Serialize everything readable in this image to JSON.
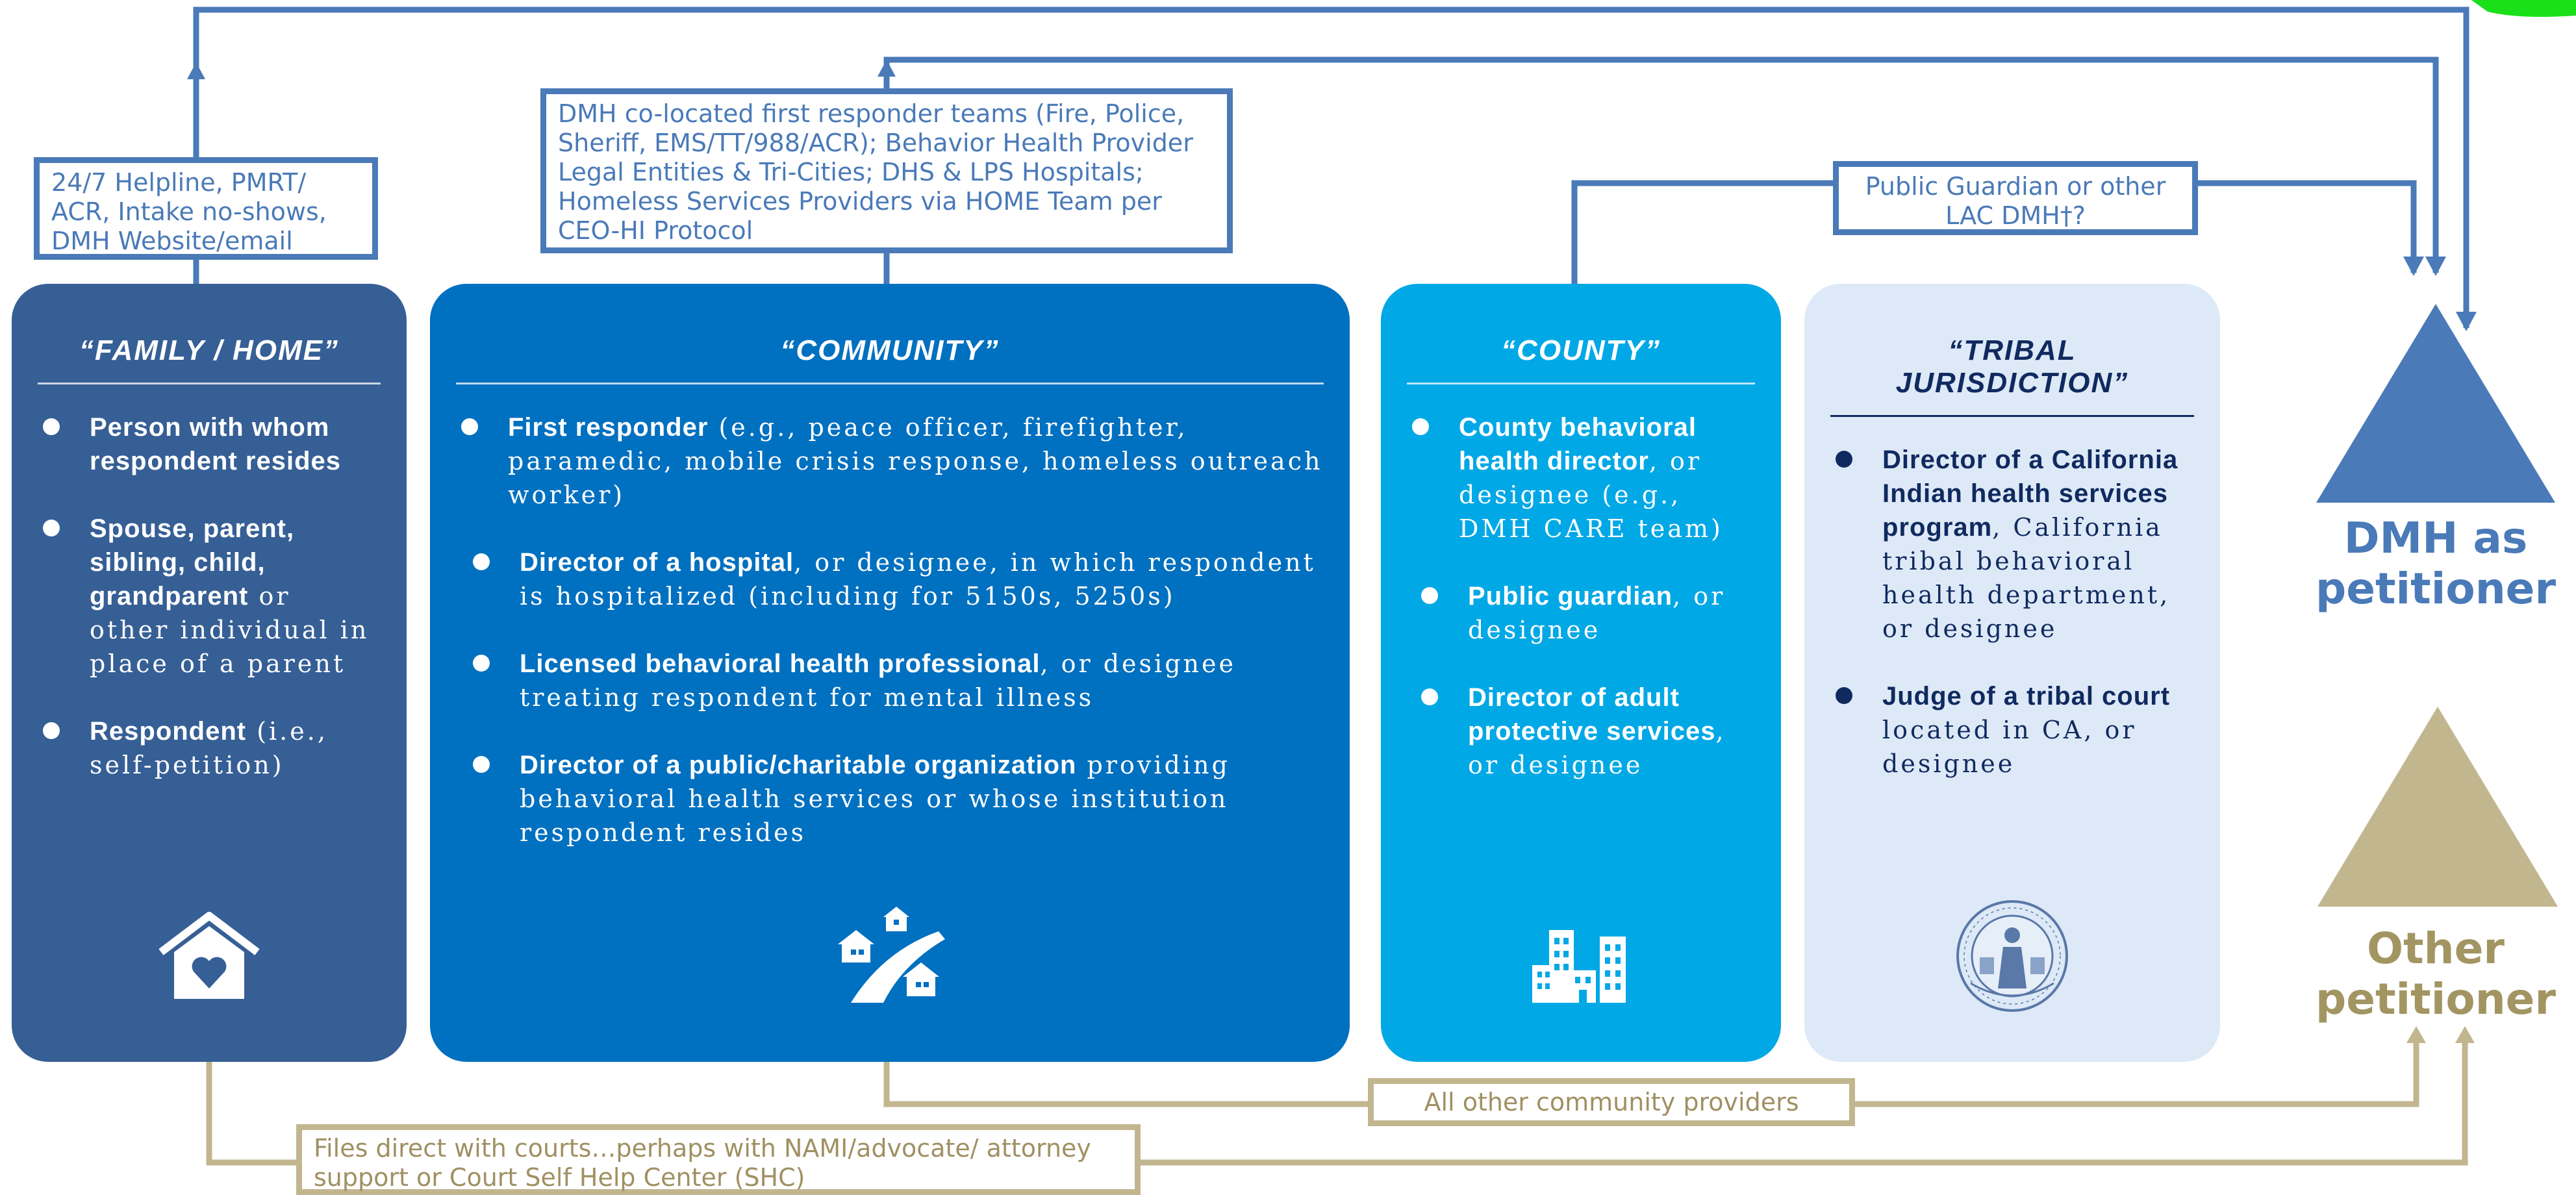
{
  "notes": {
    "family": "24/7 Helpline, PMRT/ ACR, Intake no-shows, DMH Website/email",
    "community": "DMH co-located first responder teams (Fire, Police, Sheriff, EMS/TT/988/ACR); Behavior Health Provider Legal Entities & Tri-Cities; DHS & LPS Hospitals; Homeless Services Providers via HOME Team per CEO-HI Protocol",
    "county": "Public Guardian or other LAC DMH†?",
    "all_other": "All other community providers",
    "court": "Files direct with courts…perhaps with NAMI/advocate/ attorney support or Court Self Help Center (SHC)"
  },
  "family": {
    "title": "“FAMILY / HOME”",
    "i1_b": "Person with whom respondent resides",
    "i2_b": "Spouse, parent, sibling, child, grandparent",
    "i2_t": " or other individual in place of a parent",
    "i3_b": "Respondent",
    "i3_t": " (i.e., self-petition)"
  },
  "community": {
    "title": "“COMMUNITY”",
    "i1_b": "First responder",
    "i1_t": " (e.g., peace officer, firefighter, paramedic, mobile crisis response, homeless outreach worker)",
    "i2_b": "Director of a hospital",
    "i2_t": ", or designee, in which respondent is hospitalized (including for 5150s, 5250s)",
    "i3_b": "Licensed behavioral health professional",
    "i3_t": ", or designee treating respondent for mental illness",
    "i4_b": "Director of a public/charitable organization",
    "i4_t": " providing behavioral health services or whose institution respondent resides"
  },
  "county": {
    "title": "“COUNTY”",
    "i1_b": "County behavioral health director",
    "i1_t": ", or designee (e.g., DMH CARE team)",
    "i2_b": "Public guardian",
    "i2_t": ", or designee",
    "i3_b": "Director of adult protective services",
    "i3_t": ", or designee"
  },
  "tribal": {
    "title": "“TRIBAL JURISDICTION”",
    "i1_b": "Director of a California Indian health services program",
    "i1_t": ", California tribal behavioral health department, or designee",
    "i2_b": "Judge of a tribal court",
    "i2_t": " located in CA, or designee",
    "seal_icon": "county-seal-icon"
  },
  "petitioners": {
    "dmh": "DMH as petitioner",
    "other": "Other petitioner"
  },
  "colors": {
    "arrow_blue": "#4a7ab8",
    "arrow_gold": "#c2b68f",
    "family": "#365f95",
    "community": "#0070c0",
    "county": "#00a8e6",
    "tribal": "#dde9f6",
    "dmh_triangle": "#4a7ab8",
    "other_triangle": "#c2b68f"
  }
}
